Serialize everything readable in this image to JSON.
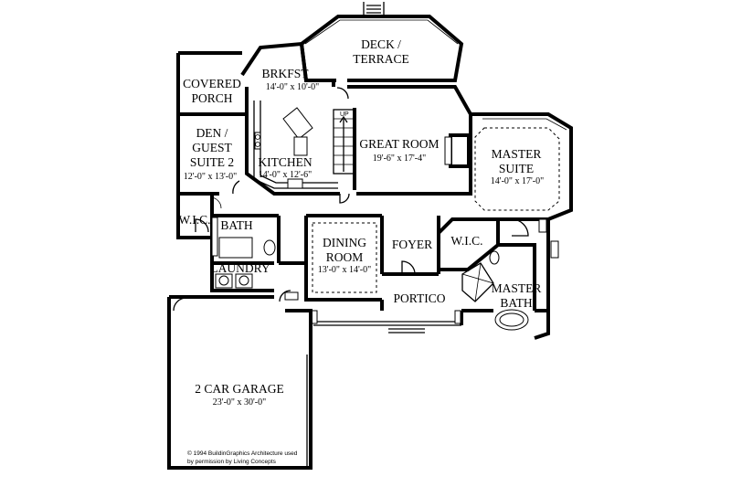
{
  "rooms": {
    "deck": {
      "line1": "DECK /",
      "line2": "TERRACE"
    },
    "brkfst": {
      "name": "BRKFST",
      "dims": "14'-0\" x 10'-0\""
    },
    "covered_porch": {
      "line1": "COVERED",
      "line2": "PORCH"
    },
    "den": {
      "line1": "DEN /",
      "line2": "GUEST",
      "line3": "SUITE 2",
      "dims": "12'-0\" x 13'-0\""
    },
    "kitchen": {
      "name": "KITCHEN",
      "dims": "14'-0\" x 12'-6\""
    },
    "great_room": {
      "name": "GREAT ROOM",
      "dims": "19'-6\" x 17'-4\""
    },
    "master_suite": {
      "line1": "MASTER",
      "line2": "SUITE",
      "dims": "14'-0\" x 17'-0\""
    },
    "wic_left": {
      "name": "W.I.C."
    },
    "bath": {
      "name": "BATH"
    },
    "laundry": {
      "name": "LAUNDRY"
    },
    "dining": {
      "line1": "DINING",
      "line2": "ROOM",
      "dims": "13'-0\" x 14'-0\""
    },
    "foyer": {
      "name": "FOYER"
    },
    "wic_right": {
      "name": "W.I.C."
    },
    "master_bath": {
      "line1": "MASTER",
      "line2": "BATH"
    },
    "portico": {
      "name": "PORTICO"
    },
    "garage": {
      "name": "2 CAR GARAGE",
      "dims": "23'-0\" x 30'-0\""
    }
  },
  "stairs_label": "UP",
  "copyright": {
    "line1": "© 1994 BuildinGraphics Architecture used",
    "line2": "by permission by Living Concepts"
  }
}
